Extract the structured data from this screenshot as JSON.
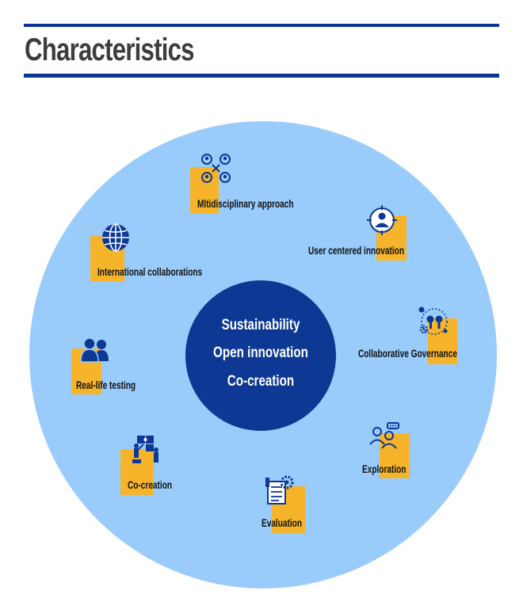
{
  "title": "Characteristics",
  "center": {
    "line1": "Sustainability",
    "line2": "Open innovation",
    "line3": "Co-creation"
  },
  "characteristics": [
    {
      "label": "Mltidisciplinary approach",
      "icon": "people-network-icon"
    },
    {
      "label": "User centered innovation",
      "icon": "user-target-icon"
    },
    {
      "label": "Collaborative Governance",
      "icon": "governance-gear-icon"
    },
    {
      "label": "Exploration",
      "icon": "people-discussion-icon"
    },
    {
      "label": "Evaluation",
      "icon": "clipboard-gear-icon"
    },
    {
      "label": "Co-creation",
      "icon": "puzzle-team-icon"
    },
    {
      "label": "Real-life testing",
      "icon": "people-group-icon"
    },
    {
      "label": "International collaborations",
      "icon": "globe-icon"
    }
  ],
  "colors": {
    "rule": "#0a3596",
    "outer_circle": "#99cbfb",
    "inner_circle": "#0d3894",
    "box": "#f6b42b",
    "icon": "#0d3894"
  }
}
